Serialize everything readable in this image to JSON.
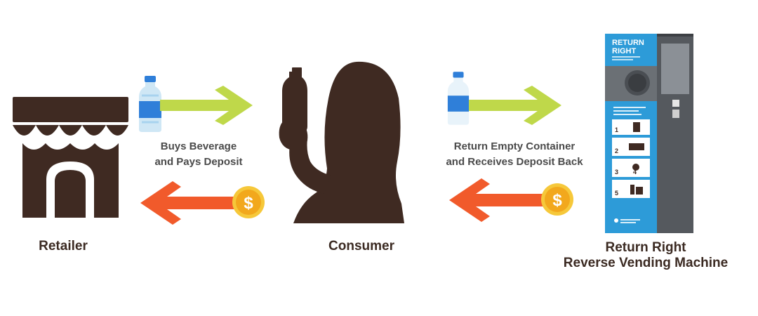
{
  "nodes": {
    "retailer": {
      "label": "Retailer"
    },
    "consumer": {
      "label": "Consumer"
    },
    "machine": {
      "label_line1": "Return Right",
      "label_line2": "Reverse Vending Machine"
    }
  },
  "flows": {
    "purchase": {
      "line1": "Buys Beverage",
      "line2": "and Pays Deposit"
    },
    "return": {
      "line1": "Return Empty Container",
      "line2": "and Receives Deposit Back"
    }
  },
  "machine_panel": {
    "brand_line1": "RETURN",
    "brand_line2": "RIGHT",
    "steps": [
      "1",
      "2",
      "3",
      "4",
      "5"
    ]
  },
  "coin_symbol": "$",
  "colors": {
    "brown": "#3f2a22",
    "green_arrow": "#bfd84a",
    "orange_arrow": "#f15a2b",
    "coin": "#f2a81d",
    "machine_blue": "#2d9bd8",
    "machine_gray": "#5a5e63"
  },
  "icons": [
    "store-icon",
    "water-bottle-icon",
    "coin-icon",
    "consumer-silhouette-icon",
    "reverse-vending-machine-icon"
  ]
}
